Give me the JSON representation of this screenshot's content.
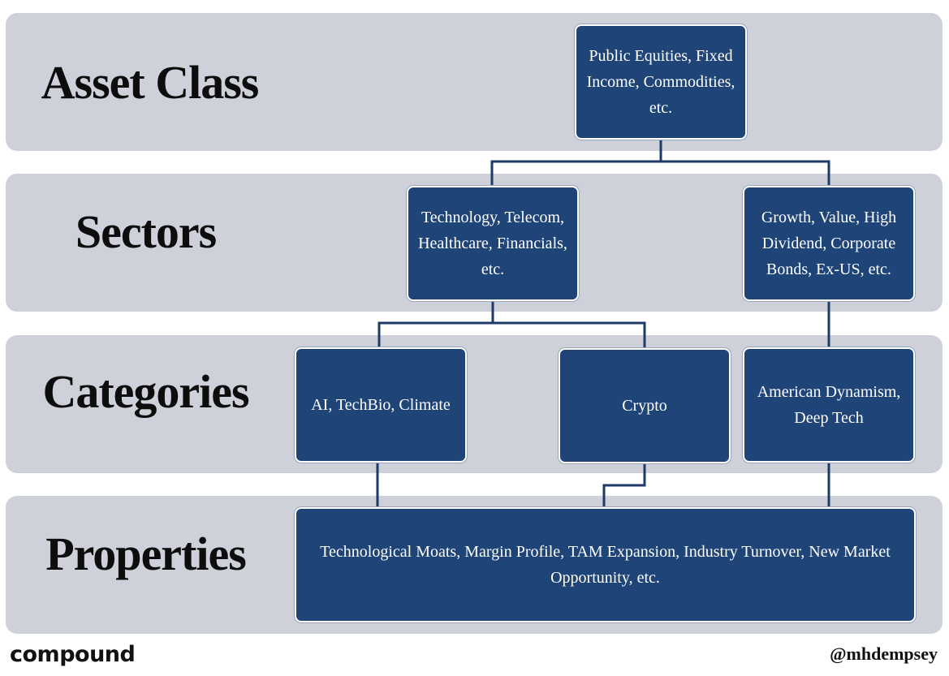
{
  "levels": {
    "asset_class": "Asset Class",
    "sectors": "Sectors",
    "categories": "Categories",
    "properties": "Properties"
  },
  "nodes": {
    "asset_class": "Public Equities, Fixed Income, Commodities, etc.",
    "sector_tech": "Technology, Telecom, Healthcare, Financials, etc.",
    "sector_style": "Growth, Value, High Dividend, Corporate Bonds, Ex-US, etc.",
    "cat_ai": "AI, TechBio, Climate",
    "cat_crypto": "Crypto",
    "cat_american": "American Dynamism, Deep Tech",
    "properties": "Technological Moats, Margin Profile, TAM Expansion, Industry Turnover, New Market Opportunity, etc."
  },
  "footer": {
    "brand": "compound",
    "handle": "@mhdempsey"
  },
  "colors": {
    "band": "#ced1d9",
    "box": "#1e4478",
    "connector": "#1e3a66"
  }
}
